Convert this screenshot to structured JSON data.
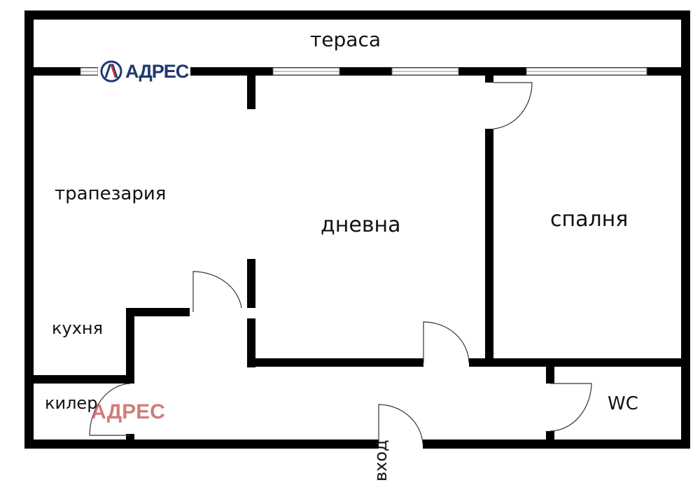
{
  "rooms": {
    "terrace": "тераса",
    "dining": "трапезария",
    "living": "дневна",
    "bedroom": "спалня",
    "kitchen": "кухня",
    "pantry": "килер",
    "wc": "WC",
    "entrance": "вход"
  },
  "logo": {
    "text": "АДРЕС",
    "color": "#1f3a6e",
    "accent": "#d9322e"
  },
  "watermark": "АДРЕС"
}
